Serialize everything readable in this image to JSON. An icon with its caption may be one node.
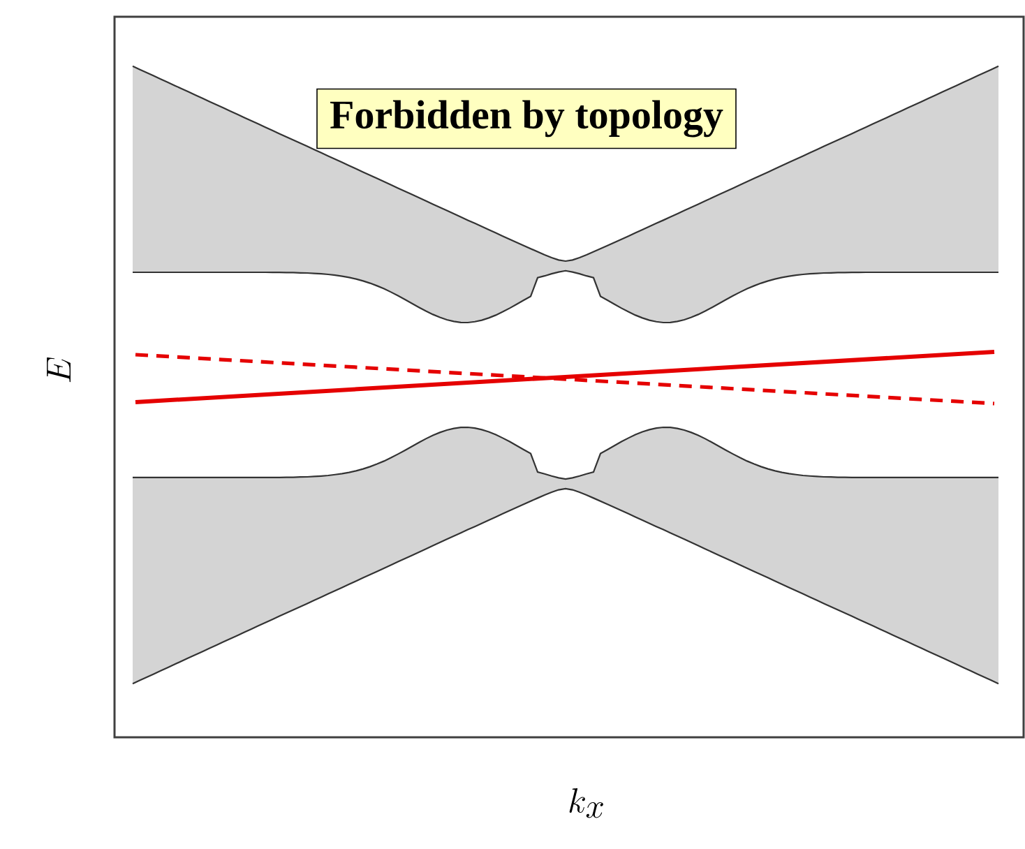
{
  "diagram": {
    "nodes": [
      {
        "text": [
          "Forbidden by topology"
        ]
      }
    ],
    "labels": [
      "E",
      "k_x"
    ]
  }
}
